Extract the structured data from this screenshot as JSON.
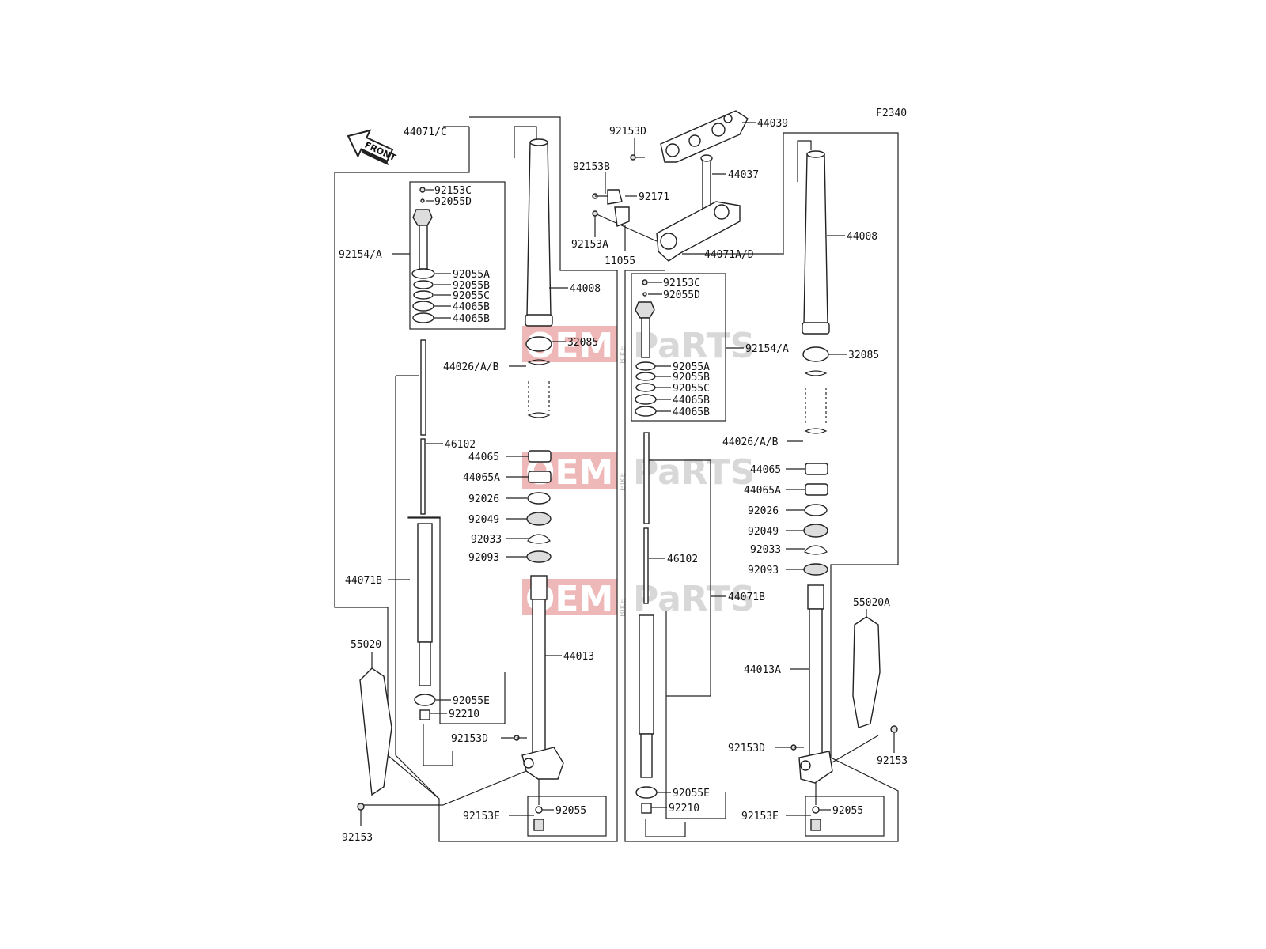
{
  "diagram": {
    "code": "F2340",
    "front_label": "FRONT",
    "watermark": {
      "left": "OEM",
      "right": "PaRTS",
      "vertical": "BIKE"
    },
    "labels": {
      "l_44071c": "44071/C",
      "l_92153c": "92153C",
      "l_92055d": "92055D",
      "l_92154a": "92154/A",
      "l_92055a": "92055A",
      "l_92055b": "92055B",
      "l_92055c": "92055C",
      "l_44065b_1": "44065B",
      "l_44065b_2": "44065B",
      "l_44008": "44008",
      "l_32085": "32085",
      "l_44026": "44026/A/B",
      "l_46102": "46102",
      "l_44065": "44065",
      "l_44065a": "44065A",
      "l_92026": "92026",
      "l_92049": "92049",
      "l_92033": "92033",
      "l_92093": "92093",
      "l_44071b": "44071B",
      "l_44013": "44013",
      "l_55020": "55020",
      "l_92055e": "92055E",
      "l_92210": "92210",
      "l_92153d": "92153D",
      "l_92153e": "92153E",
      "l_92055": "92055",
      "l_92153": "92153",
      "t_92153d": "92153D",
      "t_44039": "44039",
      "t_92153b": "92153B",
      "t_44037": "44037",
      "t_92171": "92171",
      "t_92153a": "92153A",
      "t_11055": "11055",
      "t_44071ad": "44071A/D",
      "r_44008": "44008",
      "r_92153c": "92153C",
      "r_92055d": "92055D",
      "r_92154a": "92154/A",
      "r_32085": "32085",
      "r_92055a": "92055A",
      "r_92055b": "92055B",
      "r_92055c": "92055C",
      "r_44065b_1": "44065B",
      "r_44065b_2": "44065B",
      "r_44026": "44026/A/B",
      "r_44065": "44065",
      "r_44065a": "44065A",
      "r_92026": "92026",
      "r_92049": "92049",
      "r_92033": "92033",
      "r_46102": "46102",
      "r_92093": "92093",
      "r_44071b": "44071B",
      "r_55020a": "55020A",
      "r_44013a": "44013A",
      "r_92153d": "92153D",
      "r_92153": "92153",
      "r_92055e": "92055E",
      "r_92210": "92210",
      "r_92153e": "92153E",
      "r_92055": "92055"
    }
  }
}
